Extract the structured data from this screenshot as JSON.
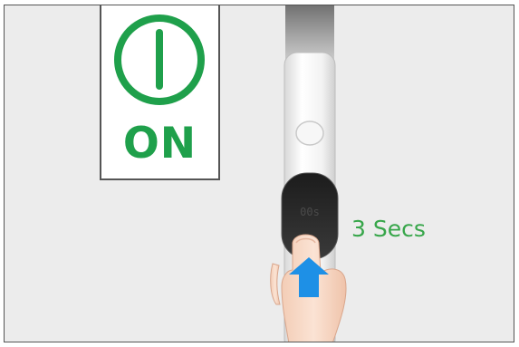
{
  "power_card": {
    "icon": "power-icon",
    "label": "ON"
  },
  "instruction": {
    "duration_label": "3 Secs"
  },
  "device": {
    "display_text": "00s",
    "arrow_icon": "up-arrow-icon",
    "hand": "finger-press-icon"
  },
  "colors": {
    "power_green": "#1fa04b",
    "label_green": "#37a64a",
    "arrow_blue": "#1e90e6",
    "background": "#ececec",
    "skin": "#f6d6c2"
  }
}
